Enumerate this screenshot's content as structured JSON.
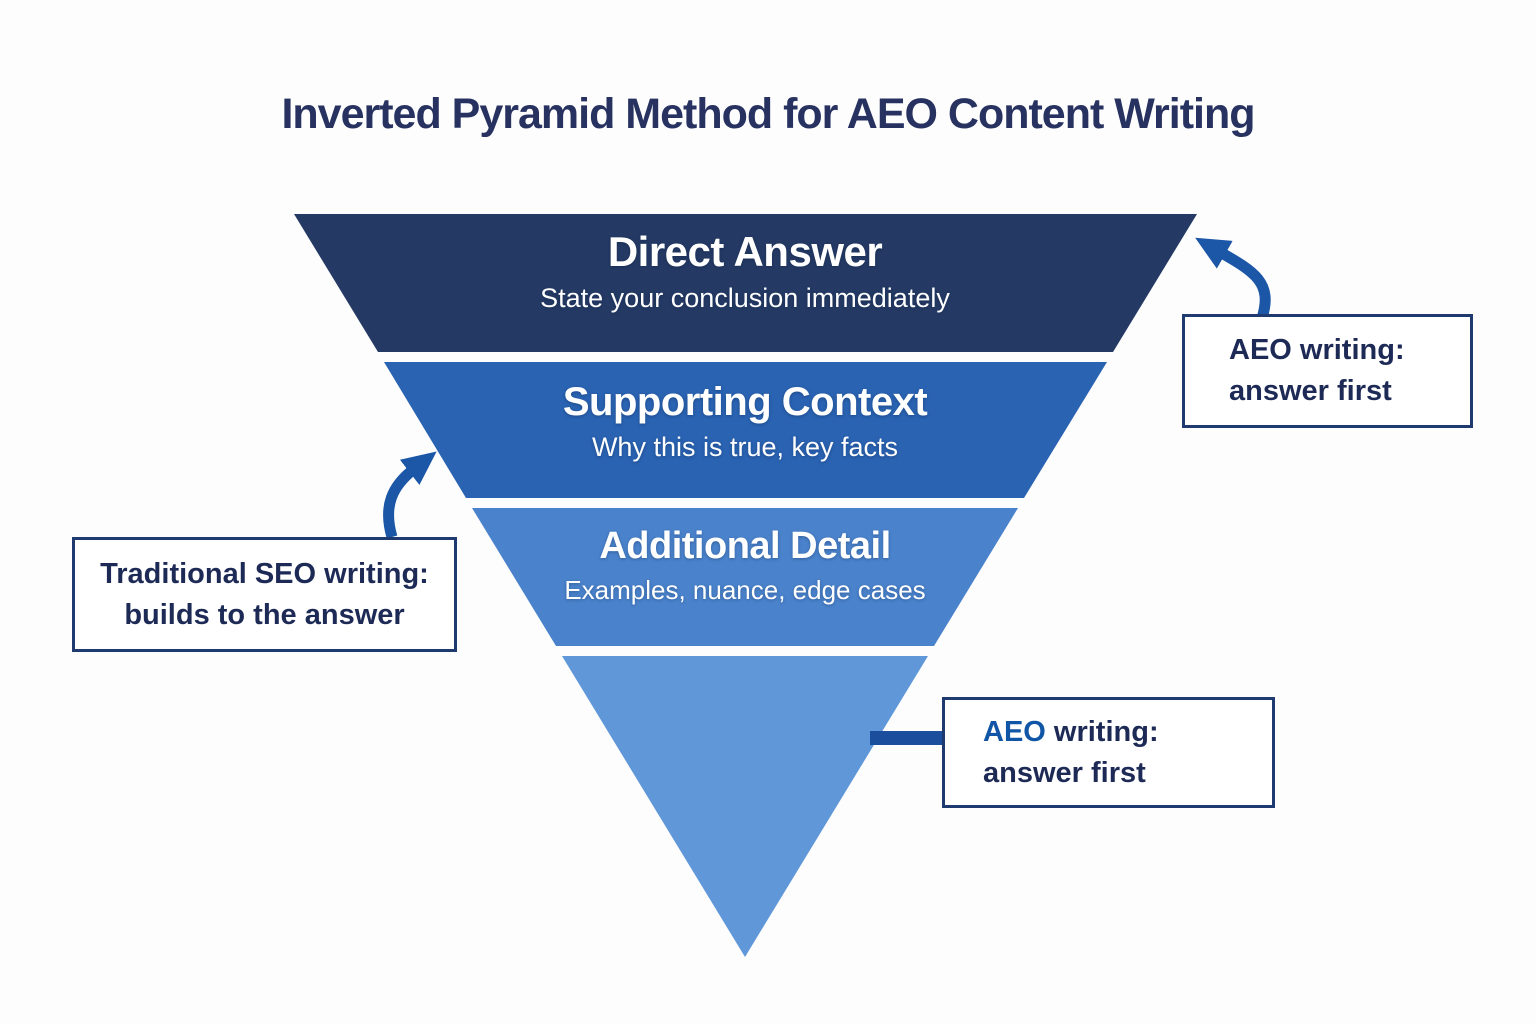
{
  "title": "Inverted Pyramid Method for AEO Content Writing",
  "pyramid": {
    "layers": [
      {
        "label": "Direct Answer",
        "description": "State your conclusion immediately",
        "color": "#243a64"
      },
      {
        "label": "Supporting Context",
        "description": "Why this is true, key facts",
        "color": "#2a63b2"
      },
      {
        "label": "Additional Detail",
        "description": "Examples, nuance, edge cases",
        "color": "#4a83cc"
      },
      {
        "label": "",
        "description": "",
        "color": "#6097d8"
      }
    ]
  },
  "callouts": {
    "seo_left": {
      "line1": "Traditional SEO writing:",
      "line2": "builds to the answer"
    },
    "aeo_top": {
      "line1": "AEO writing:",
      "line2": "answer first"
    },
    "aeo_bottom": {
      "highlight": "AEO",
      "line1_rest": " writing:",
      "line2": "answer first"
    }
  },
  "colors": {
    "background": "#fdfdfe",
    "title_text": "#273260",
    "layer_text": "#ffffff",
    "arrow": "#1c56a6",
    "connector": "#1b4f9e",
    "box_border": "#1e3a6e",
    "box_text": "#1d2a56",
    "aeo_highlight": "#1156a6"
  }
}
